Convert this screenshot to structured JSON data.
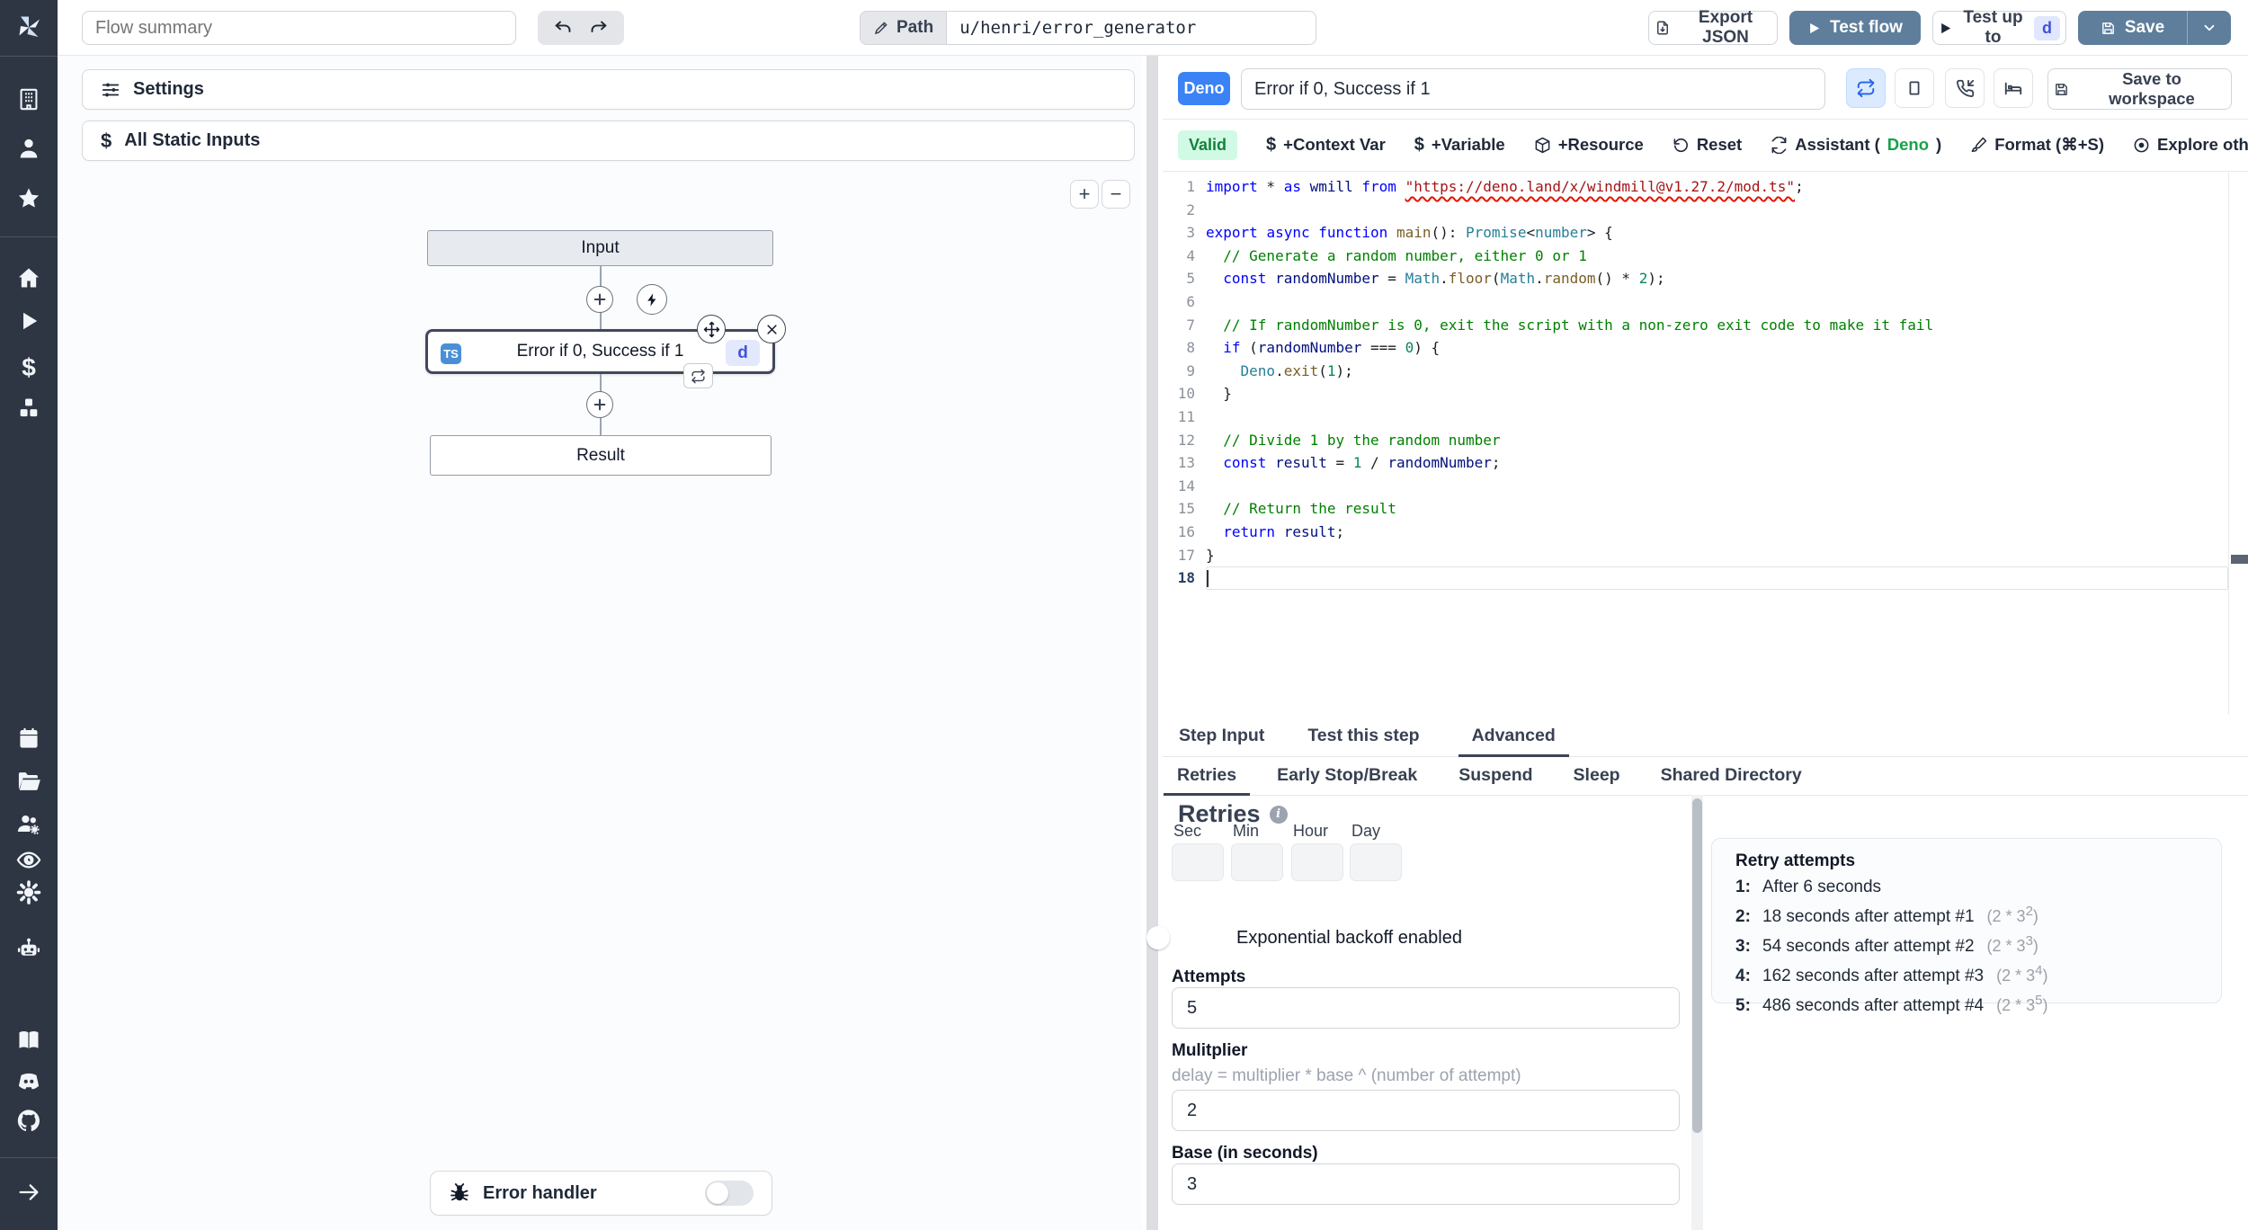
{
  "topbar": {
    "flow_summary_placeholder": "Flow summary",
    "path_label": "Path",
    "path_value": "u/henri/error_generator",
    "export_json_label": "Export JSON",
    "test_flow_label": "Test flow",
    "test_up_to_label": "Test up to",
    "test_up_to_badge": "d",
    "save_label": "Save"
  },
  "left_panel": {
    "settings_label": "Settings",
    "static_inputs_label": "All Static Inputs",
    "zoom_in": "+",
    "zoom_out": "−",
    "flow": {
      "input_node": "Input",
      "step_node": "Error if 0, Success if 1",
      "step_lang_badge": "TS",
      "step_id_badge": "d",
      "result_node": "Result"
    },
    "error_handler_label": "Error handler"
  },
  "right_panel": {
    "lang_badge": "Deno",
    "step_name": "Error if 0, Success if 1",
    "save_to_workspace_label": "Save to workspace",
    "toolbar": {
      "valid_label": "Valid",
      "context_var_label": "+Context Var",
      "variable_label": "+Variable",
      "resource_label": "+Resource",
      "reset_label": "Reset",
      "assistant_prefix": "Assistant (",
      "assistant_lang": "Deno",
      "assistant_suffix": ")",
      "format_label": "Format (⌘+S)",
      "explore_label": "Explore other s"
    },
    "tabs": [
      "Step Input",
      "Test this step",
      "Advanced"
    ],
    "subtabs": [
      "Retries",
      "Early Stop/Break",
      "Suspend",
      "Sleep",
      "Shared Directory"
    ],
    "retries": {
      "title": "Retries",
      "time_labels": [
        "Sec",
        "Min",
        "Hour",
        "Day"
      ],
      "backoff_toggle_label": "Exponential backoff enabled",
      "attempts_label": "Attempts",
      "attempts_value": "5",
      "multiplier_label": "Mulitplier",
      "multiplier_help": "delay = multiplier * base ^ (number of attempt)",
      "multiplier_value": "2",
      "base_label": "Base (in seconds)",
      "base_value": "3"
    },
    "retry_attempts": {
      "title": "Retry attempts",
      "items": [
        {
          "n": "1:",
          "text": "After 6 seconds"
        },
        {
          "n": "2:",
          "text": "18 seconds after attempt #1",
          "formula": "2 * 3",
          "exp": "2"
        },
        {
          "n": "3:",
          "text": "54 seconds after attempt #2",
          "formula": "2 * 3",
          "exp": "3"
        },
        {
          "n": "4:",
          "text": "162 seconds after attempt #3",
          "formula": "2 * 3",
          "exp": "4"
        },
        {
          "n": "5:",
          "text": "486 seconds after attempt #4",
          "formula": "2 * 3",
          "exp": "5"
        }
      ]
    }
  },
  "editor": {
    "active_line": 18,
    "lines": [
      [
        [
          "k",
          "import"
        ],
        [
          "p",
          " * "
        ],
        [
          "k",
          "as"
        ],
        [
          "v",
          " wmill "
        ],
        [
          "k",
          "from"
        ],
        [
          "p",
          " "
        ],
        [
          "s_sq",
          "\"https://deno.land/x/windmill@v1.27.2/mod.ts\""
        ],
        [
          "p",
          ";"
        ]
      ],
      [],
      [
        [
          "k",
          "export"
        ],
        [
          "p",
          " "
        ],
        [
          "k",
          "async"
        ],
        [
          "p",
          " "
        ],
        [
          "k",
          "function"
        ],
        [
          "p",
          " "
        ],
        [
          "f",
          "main"
        ],
        [
          "p",
          "(): "
        ],
        [
          "t",
          "Promise"
        ],
        [
          "p",
          "<"
        ],
        [
          "t",
          "number"
        ],
        [
          "p",
          "> {"
        ]
      ],
      [
        [
          "c",
          "  // Generate a random number, either 0 or 1"
        ]
      ],
      [
        [
          "p",
          "  "
        ],
        [
          "k",
          "const"
        ],
        [
          "p",
          " "
        ],
        [
          "v",
          "randomNumber"
        ],
        [
          "p",
          " = "
        ],
        [
          "t",
          "Math"
        ],
        [
          "p",
          "."
        ],
        [
          "f",
          "floor"
        ],
        [
          "p",
          "("
        ],
        [
          "t",
          "Math"
        ],
        [
          "p",
          "."
        ],
        [
          "f",
          "random"
        ],
        [
          "p",
          "() * "
        ],
        [
          "n",
          "2"
        ],
        [
          "p",
          ");"
        ]
      ],
      [],
      [
        [
          "c",
          "  // If randomNumber is 0, exit the script with a non-zero exit code to make it fail"
        ]
      ],
      [
        [
          "p",
          "  "
        ],
        [
          "k",
          "if"
        ],
        [
          "p",
          " ("
        ],
        [
          "v",
          "randomNumber"
        ],
        [
          "p",
          " === "
        ],
        [
          "n",
          "0"
        ],
        [
          "p",
          ") {"
        ]
      ],
      [
        [
          "p",
          "    "
        ],
        [
          "t",
          "Deno"
        ],
        [
          "p",
          "."
        ],
        [
          "f",
          "exit"
        ],
        [
          "p",
          "("
        ],
        [
          "n",
          "1"
        ],
        [
          "p",
          ");"
        ]
      ],
      [
        [
          "p",
          "  }"
        ]
      ],
      [],
      [
        [
          "c",
          "  // Divide 1 by the random number"
        ]
      ],
      [
        [
          "p",
          "  "
        ],
        [
          "k",
          "const"
        ],
        [
          "p",
          " "
        ],
        [
          "v",
          "result"
        ],
        [
          "p",
          " = "
        ],
        [
          "n",
          "1"
        ],
        [
          "p",
          " / "
        ],
        [
          "v",
          "randomNumber"
        ],
        [
          "p",
          ";"
        ]
      ],
      [],
      [
        [
          "c",
          "  // Return the result"
        ]
      ],
      [
        [
          "p",
          "  "
        ],
        [
          "k",
          "return"
        ],
        [
          "p",
          " "
        ],
        [
          "v",
          "result"
        ],
        [
          "p",
          ";"
        ]
      ],
      [
        [
          "p",
          "}"
        ]
      ],
      []
    ]
  },
  "colors": {
    "accent_steel": "#5e7e9c",
    "deno_badge": "#3b82f6",
    "valid_bg": "#d1fae5",
    "valid_text": "#15803d",
    "assistant_lang_green": "#16a34a",
    "toggle_on": "#2563eb",
    "sidebar_bg": "#2e3644",
    "ts_badge": "#4a8fd6",
    "id_badge_bg": "#e3e8fd",
    "id_badge_text": "#4353d9"
  }
}
